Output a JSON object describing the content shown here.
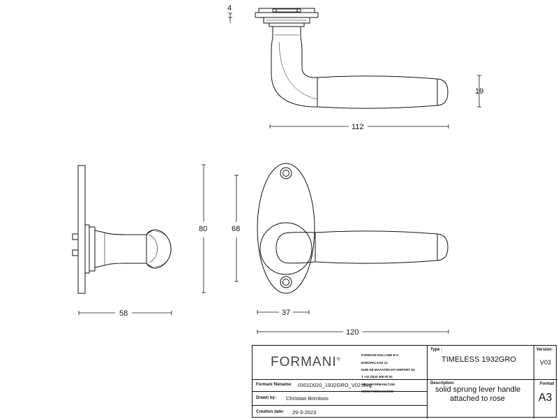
{
  "dimensions": {
    "d4": "4",
    "d19": "19",
    "d112": "112",
    "d80": "80",
    "d68": "68",
    "d58": "58",
    "d37": "37",
    "d120": "120"
  },
  "title_block": {
    "brand": "FORMANI",
    "brand_mark": "®",
    "company_lines": [
      "FORMANI HOLLAND B.V.",
      "EUROPALAAN 12",
      "6199 AB MAASTRICHT-AIRPORT NL",
      "T +31 (0)43 308 00 00",
      "INFO@FORMANI.COM",
      "WWW.FORMANI.COM"
    ],
    "type_label": "Type :",
    "type_value": "TIMELESS 1932GRO",
    "version_label": "Version:",
    "version_value": "V03",
    "filename_label": "Formani filename:",
    "filename_value": "0301D020_1932GRO_V02.dwg",
    "description_label": "Description:",
    "description_line1": "solid sprung lever handle",
    "description_line2": "attached to rose",
    "format_label": "Format",
    "format_value": "A3",
    "drawn_label": "Drawn by:",
    "drawn_value": "Christian Brimbois",
    "creation_label": "Creation date:",
    "creation_value": "29-3-2023"
  }
}
